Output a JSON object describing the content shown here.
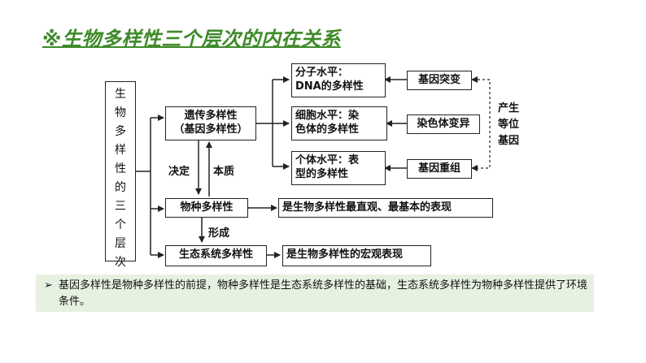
{
  "title": "※生物多样性三个层次的内在关系",
  "vertical_label": [
    "生",
    "物",
    "多",
    "样",
    "性",
    "的",
    "三",
    "个",
    "层",
    "次"
  ],
  "levels": {
    "genetic": "遗传多样性（基因多样性）",
    "genetic_line1": "遗传多样性",
    "genetic_line2": "（基因多样性）",
    "species": "物种多样性",
    "ecosystem": "生态系统多样性"
  },
  "scales": {
    "molecular_line1": "分子水平：",
    "molecular_line2": "DNA的多样性",
    "cellular_line1": "细胞水平：染",
    "cellular_line2": "色体的多样性",
    "individual_line1": "个体水平：表",
    "individual_line2": "型的多样性"
  },
  "sources": {
    "mutation": "基因突变",
    "chromosome_variation": "染色体变异",
    "recombination": "基因重组"
  },
  "side_label": [
    "产生",
    "等位",
    "基因"
  ],
  "relations": {
    "decides": "决定",
    "essence": "本质",
    "forms": "形成"
  },
  "outcomes": {
    "species": "是生物多样性最直观、最基本的表现",
    "ecosystem": "是生物多样性的宏观表现"
  },
  "note": {
    "arrow": "➢",
    "text": "基因多样性是物种多样性的前提，物种多样性是生态系统多样性的基础，生态系统多样性为物种多样性提供了环境条件。"
  }
}
